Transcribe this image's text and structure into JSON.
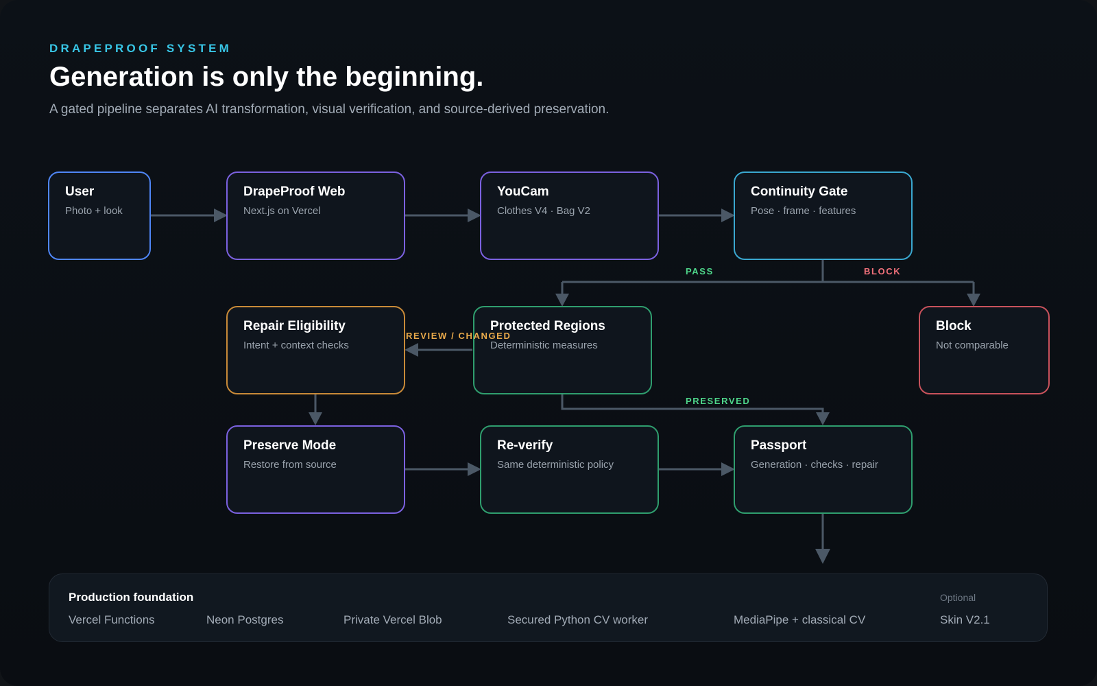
{
  "header": {
    "eyebrow": "DRAPEPROOF SYSTEM",
    "title": "Generation is only the beginning.",
    "subtitle": "A gated pipeline separates AI transformation, visual verification, and source-derived preservation."
  },
  "nodes": {
    "user": {
      "title": "User",
      "subtitle": "Photo + look",
      "color": "#4f86f7"
    },
    "drapeproof_web": {
      "title": "DrapeProof Web",
      "subtitle": "Next.js on Vercel",
      "color": "#7b61e0"
    },
    "youcam": {
      "title": "YouCam",
      "subtitle": "Clothes V4 · Bag V2",
      "color": "#7b61e0"
    },
    "continuity_gate": {
      "title": "Continuity Gate",
      "subtitle": "Pose · frame · features",
      "color": "#3aa8d0"
    },
    "repair_eligibility": {
      "title": "Repair Eligibility",
      "subtitle": "Intent + context checks",
      "color": "#c98a38"
    },
    "protected_regions": {
      "title": "Protected Regions",
      "subtitle": "Deterministic measures",
      "color": "#2f9e6e"
    },
    "block": {
      "title": "Block",
      "subtitle": "Not comparable",
      "color": "#c9525c"
    },
    "preserve_mode": {
      "title": "Preserve Mode",
      "subtitle": "Restore from source",
      "color": "#7b61e0"
    },
    "reverify": {
      "title": "Re-verify",
      "subtitle": "Same deterministic policy",
      "color": "#2f9e6e"
    },
    "passport": {
      "title": "Passport",
      "subtitle": "Generation · checks · repair",
      "color": "#2f9e6e"
    }
  },
  "edge_labels": {
    "pass": {
      "text": "PASS",
      "color": "#4ed68a"
    },
    "block": {
      "text": "BLOCK",
      "color": "#f0707a"
    },
    "review": {
      "text": "REVIEW / CHANGED",
      "color": "#e8a94a"
    },
    "preserved": {
      "text": "PRESERVED",
      "color": "#4ed68a"
    }
  },
  "edge_color": "#4b5866",
  "foundation": {
    "title": "Production foundation",
    "items": [
      "Vercel Functions",
      "Neon Postgres",
      "Private Vercel Blob",
      "Secured Python CV worker",
      "MediaPipe + classical CV",
      "Skin V2.1"
    ],
    "optional_label": "Optional"
  }
}
